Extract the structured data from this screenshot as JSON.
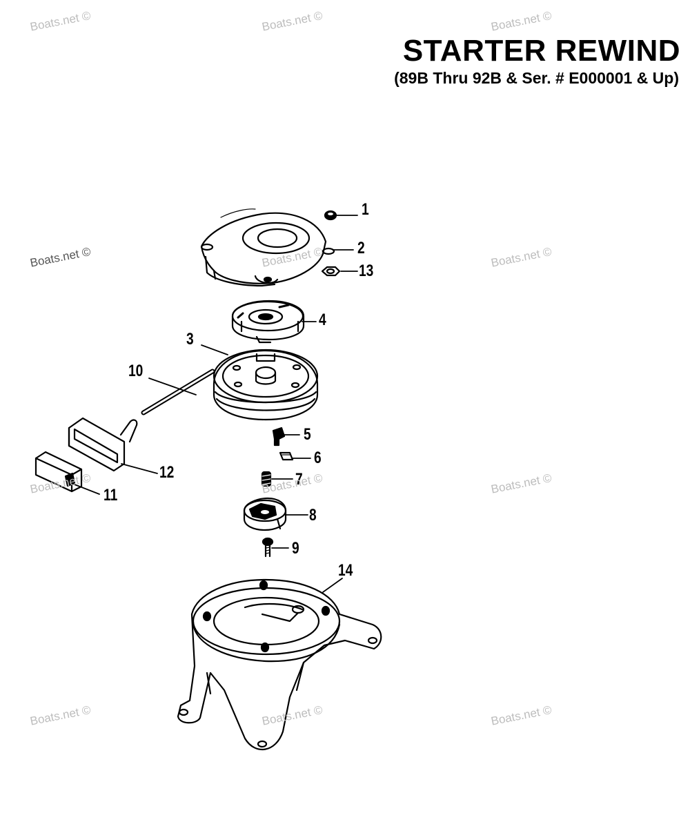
{
  "title": "STARTER REWIND",
  "subtitle": "(89B Thru 92B & Ser. # E000001 & Up)",
  "watermark": "Boats.net ©",
  "callouts": {
    "p1": "1",
    "p2": "2",
    "p3": "3",
    "p4": "4",
    "p5": "5",
    "p6": "6",
    "p7": "7",
    "p8": "8",
    "p9": "9",
    "p10": "10",
    "p11": "11",
    "p12": "12",
    "p13": "13",
    "p14": "14"
  },
  "colors": {
    "ink": "#000000",
    "watermark": "#bdbdbd",
    "background": "#ffffff"
  }
}
